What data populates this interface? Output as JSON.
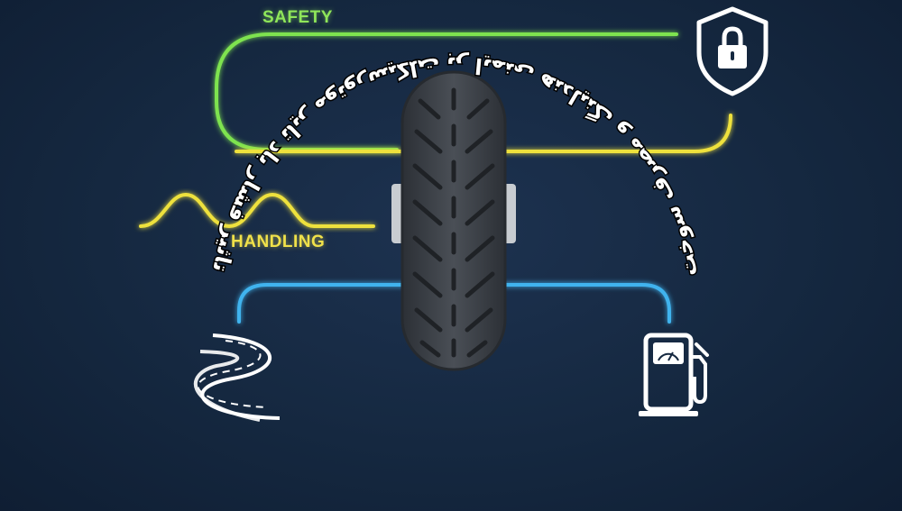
{
  "labels": {
    "safety": "SAFETY",
    "handling": "HANDLING"
  },
  "caption": {
    "text": "تاثیر فشار باد تایر موتورسیکلت  بر ایمنی هندلینگ و مصرف سوخت"
  },
  "colors": {
    "background": "#152840",
    "safety_line": "#7ee34f",
    "handling_line": "#eee13c",
    "fuel_line": "#3fb3ee",
    "icon_white": "#ffffff",
    "tire": "#3b3f45"
  },
  "icons": {
    "safety": "shield-lock-icon",
    "handling": "winding-road-icon",
    "fuel": "fuel-pump-icon",
    "wave": "handling-wave-icon",
    "tire": "motorcycle-tire-icon"
  }
}
